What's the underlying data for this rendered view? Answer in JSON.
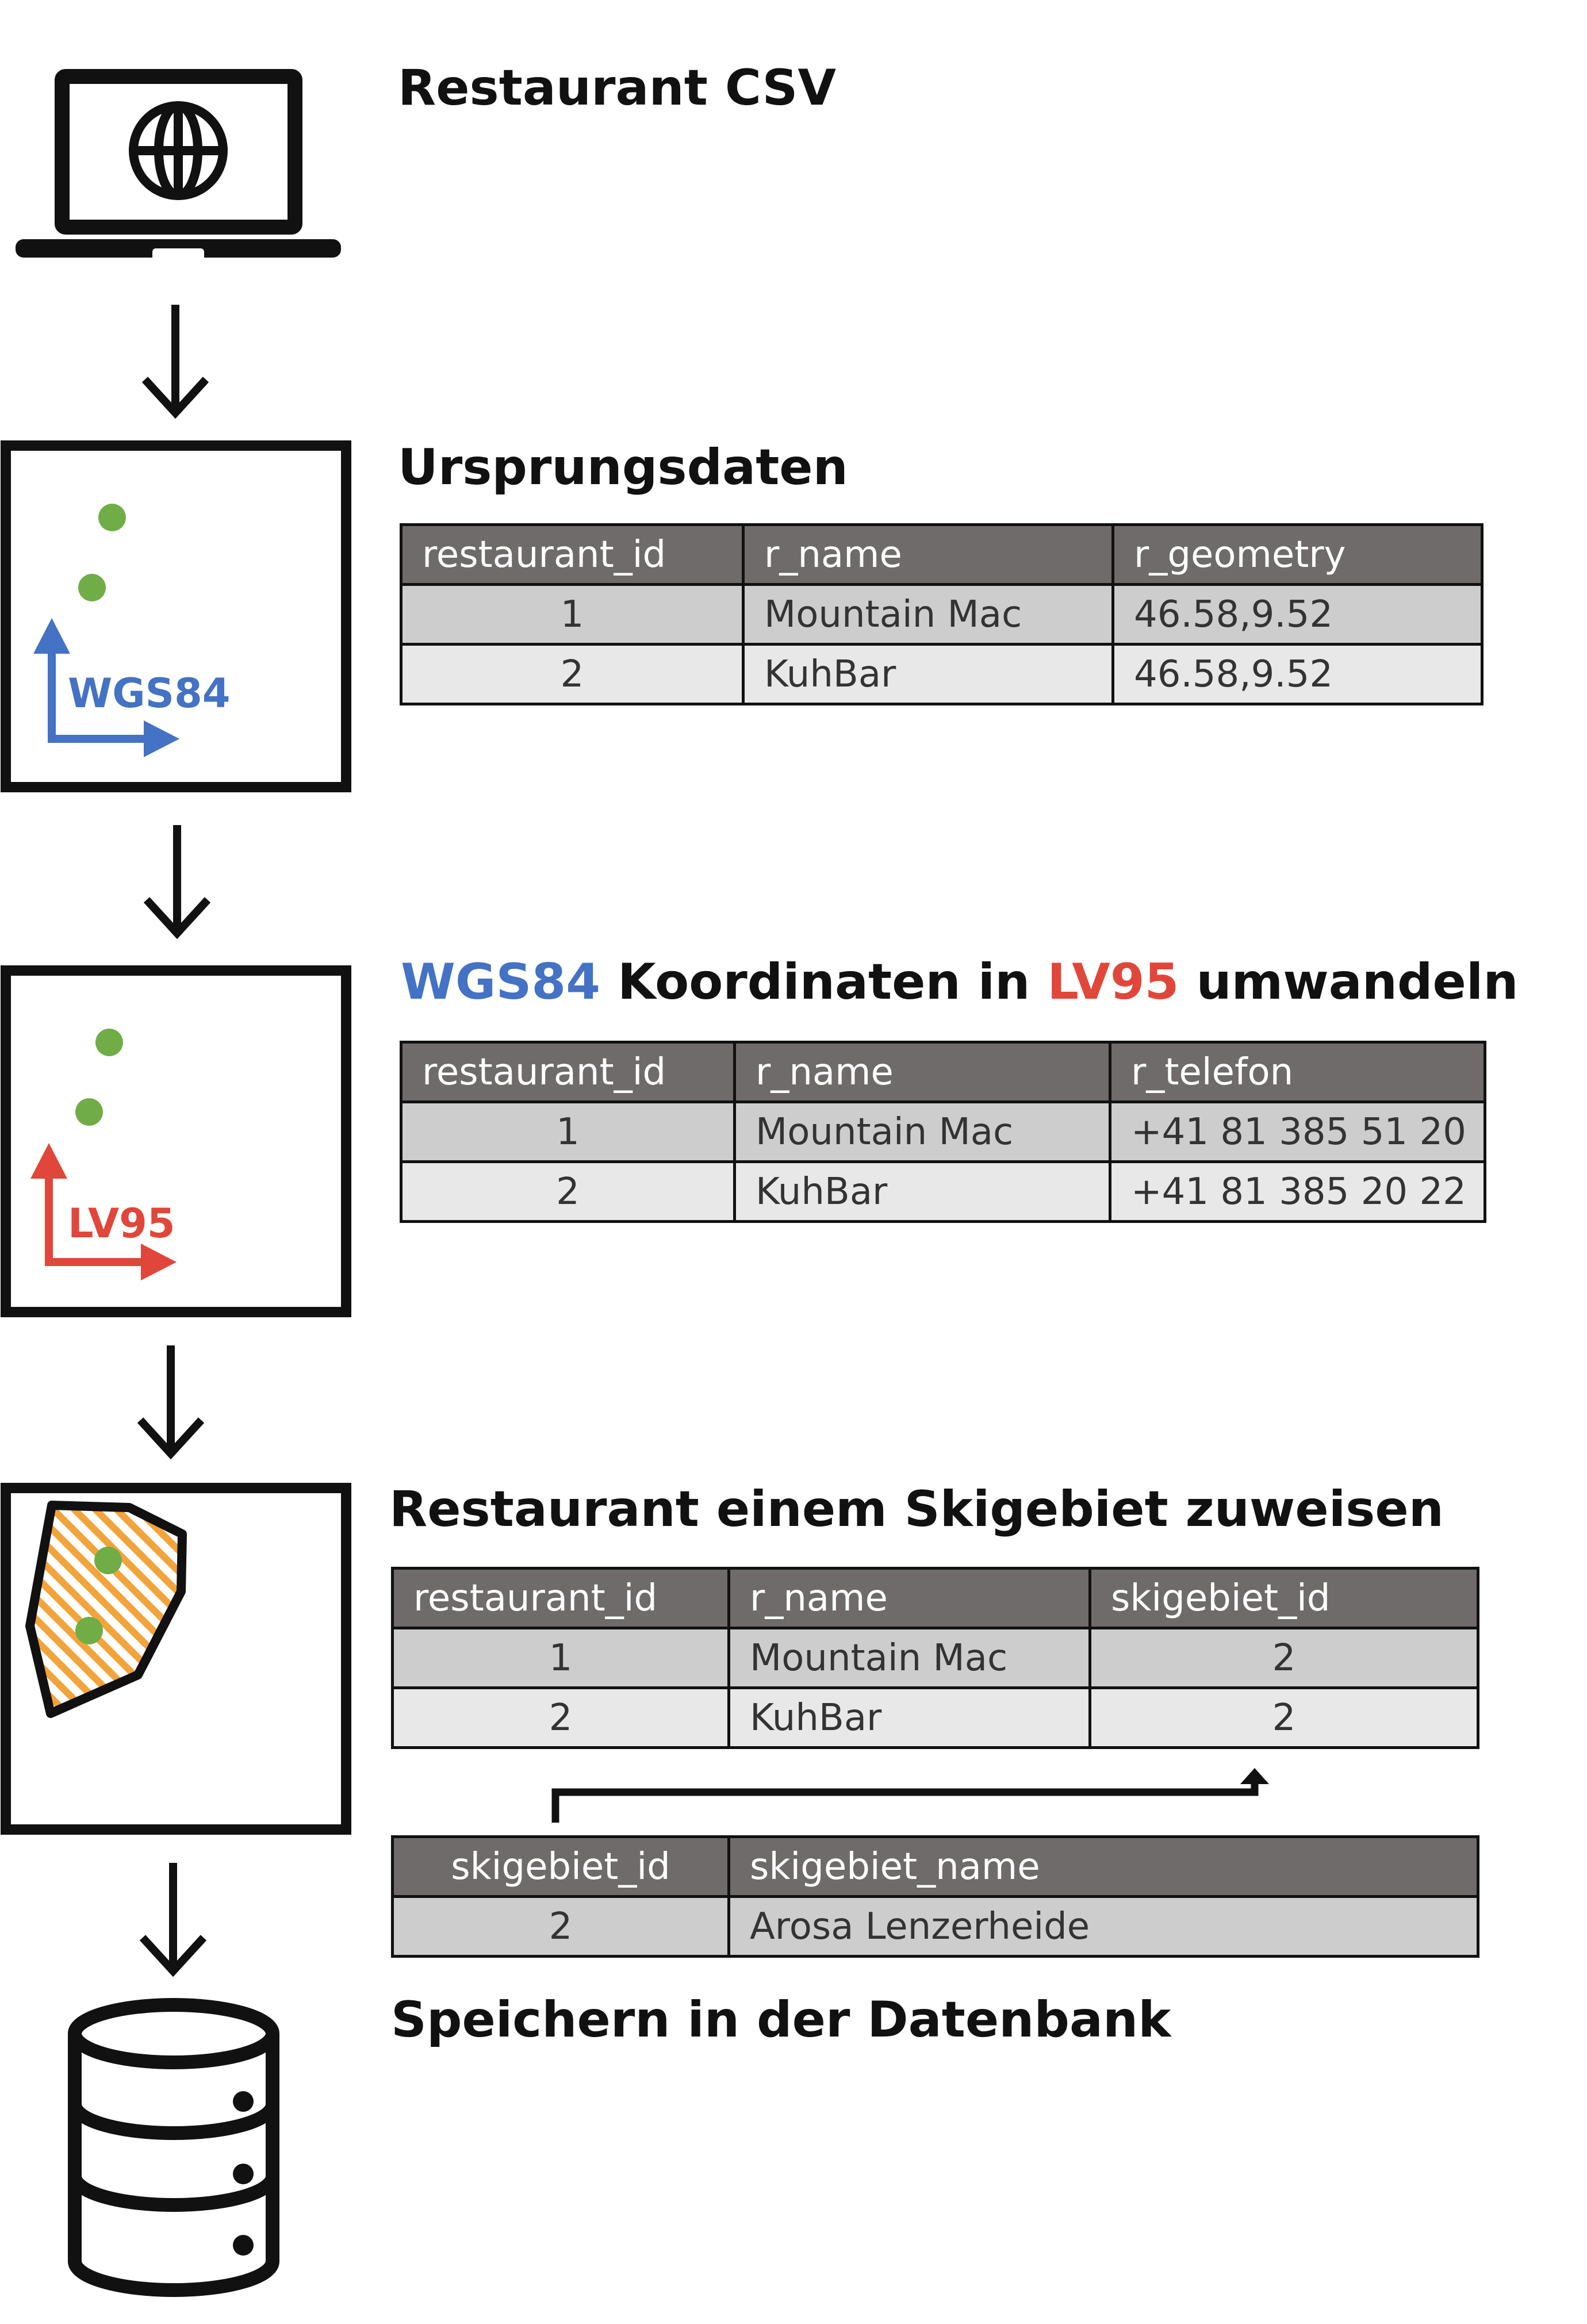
{
  "steps": {
    "csv": {
      "title": "Restaurant CSV"
    },
    "source": {
      "title": "Ursprungsdaten",
      "crs_label": "WGS84",
      "table": {
        "headers": [
          "restaurant_id",
          "r_name",
          "r_geometry"
        ],
        "rows": [
          [
            "1",
            "Mountain Mac",
            "46.58,9.52"
          ],
          [
            "2",
            "KuhBar",
            "46.58,9.52"
          ]
        ]
      }
    },
    "transform": {
      "title": {
        "from": "WGS84",
        "middle": "Koordinaten in",
        "to": "LV95",
        "end": "umwandeln"
      },
      "crs_label": "LV95",
      "table": {
        "headers": [
          "restaurant_id",
          "r_name",
          "r_telefon"
        ],
        "rows": [
          [
            "1",
            "Mountain Mac",
            "+41 81 385 51 20"
          ],
          [
            "2",
            "KuhBar",
            "+41 81 385 20 22"
          ]
        ]
      }
    },
    "assign": {
      "title": "Restaurant einem Skigebiet zuweisen",
      "table": {
        "headers": [
          "restaurant_id",
          "r_name",
          "skigebiet_id"
        ],
        "rows": [
          [
            "1",
            "Mountain Mac",
            "2"
          ],
          [
            "2",
            "KuhBar",
            "2"
          ]
        ]
      },
      "lookup_table": {
        "headers": [
          "skigebiet_id",
          "skigebiet_name"
        ],
        "rows": [
          [
            "2",
            "Arosa Lenzerheide"
          ]
        ]
      }
    },
    "store": {
      "title": "Speichern in der Datenbank"
    }
  },
  "colors": {
    "wgs84": "#4472c4",
    "lv95": "#e0473a",
    "point": "#70ad47",
    "area_fill": "#f2a33a",
    "header_bg": "#6f6b6b",
    "row_odd": "#cdcdcd",
    "row_even": "#e8e8e8"
  },
  "icons": [
    "laptop-globe-icon",
    "arrow-down-icon",
    "crs-axes-icon",
    "polygon-area-icon",
    "database-icon"
  ]
}
